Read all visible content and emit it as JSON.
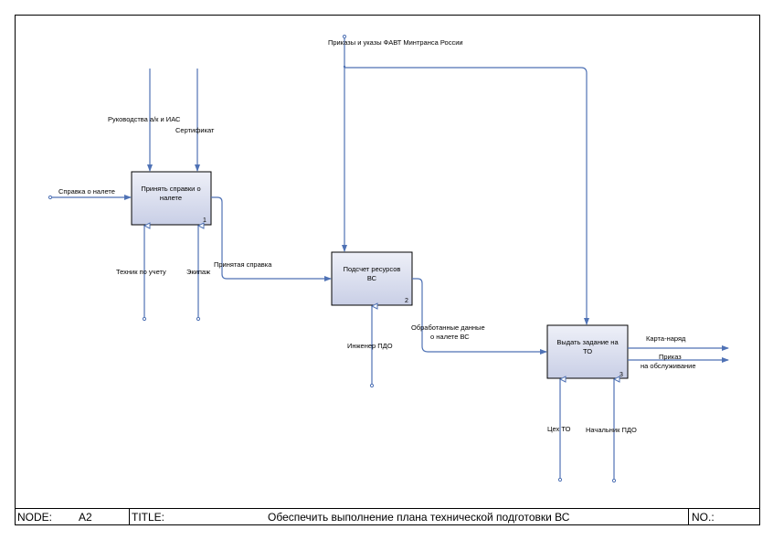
{
  "diagram": {
    "boxes": [
      {
        "id": "box1",
        "lines": [
          "Принять справки о",
          "налете"
        ],
        "number": "1"
      },
      {
        "id": "box2",
        "lines": [
          "Подсчет ресурсов",
          "ВС"
        ],
        "number": "2"
      },
      {
        "id": "box3",
        "lines": [
          "Выдать задание на",
          "ТО"
        ],
        "number": "3"
      }
    ],
    "labels": {
      "input_spravka": "Справка о налете",
      "control_rukovodstva": "Руководства а/к и ИАС",
      "control_sertifikat": "Сертификат",
      "mech_tehnik": "Техник по учету",
      "mech_ekipazh": "Экипаж",
      "flow_prinyataya": "Принятая справка",
      "control_prikazy": "Приказы и указы ФАВТ Минтранса России",
      "mech_inzhener": "Инженер ПДО",
      "flow_obrabotannye_1": "Обработанные данные",
      "flow_obrabotannye_2": "о налете ВС",
      "output_karta": "Карта-наряд",
      "output_prikaz_1": "Приказ",
      "output_prikaz_2": "на обслуживание",
      "mech_ceh": "Цех ТО",
      "mech_nachalnik": "Начальник ПДО"
    },
    "colors": {
      "arrow": "#4f72b5",
      "box_fill_top": "#eef0f8",
      "box_fill_bottom": "#c9cfe6"
    }
  },
  "title_block": {
    "node_label": "NODE:",
    "node_value": "A2",
    "title_label": "TITLE:",
    "title_value": "Обеспечить выполнение плана технической подготовки ВС",
    "no_label": "NO.:"
  }
}
